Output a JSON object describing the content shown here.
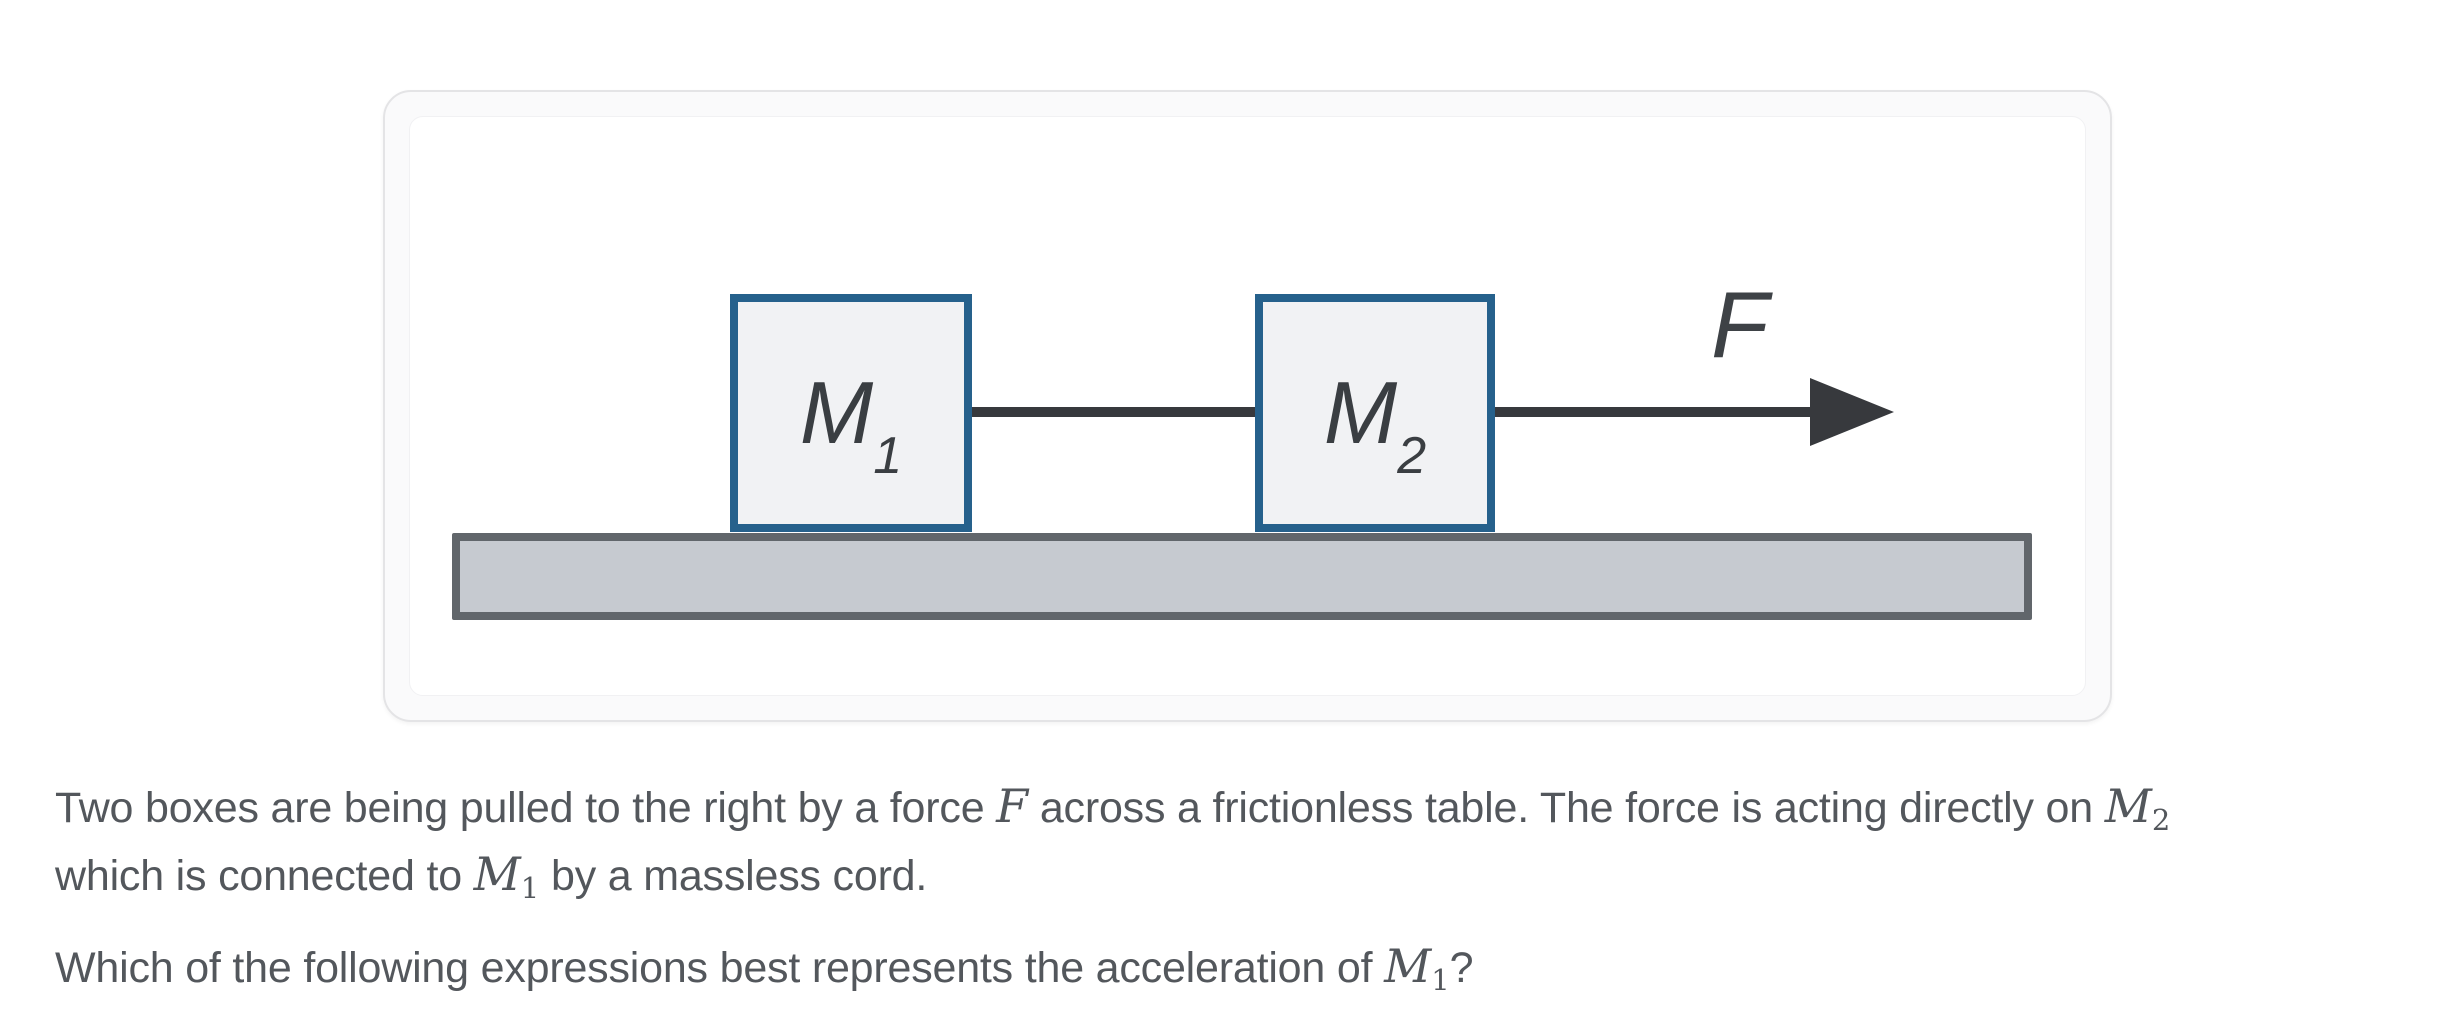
{
  "colors": {
    "card_background": "#fafafb",
    "card_border": "#e4e4e6",
    "mass_box_border": "#26618c",
    "mass_box_fill": "#f1f2f4",
    "table_fill": "#c6cad0",
    "table_border": "#61666b",
    "cord_and_arrow": "#37393d",
    "diagram_text": "#3a3e42",
    "body_text": "#53575c"
  },
  "diagram": {
    "box1": {
      "label": "M",
      "subscript": "1"
    },
    "box2": {
      "label": "M",
      "subscript": "2"
    },
    "force_label": "F"
  },
  "problem": {
    "p1": {
      "line1": {
        "seg1": "Two boxes are being pulled to the right by a force ",
        "math1": "F",
        "seg2": " across a frictionless table. The force is acting directly on ",
        "math2": "M",
        "math2_sub": "2"
      },
      "line2": {
        "seg1": "which is connected to ",
        "math1": "M",
        "math1_sub": "1",
        "seg2": " by a massless cord."
      }
    },
    "p2": {
      "seg1": "Which of the following expressions best represents the acceleration of ",
      "math1": "M",
      "math1_sub": "1",
      "seg2": "?"
    }
  }
}
